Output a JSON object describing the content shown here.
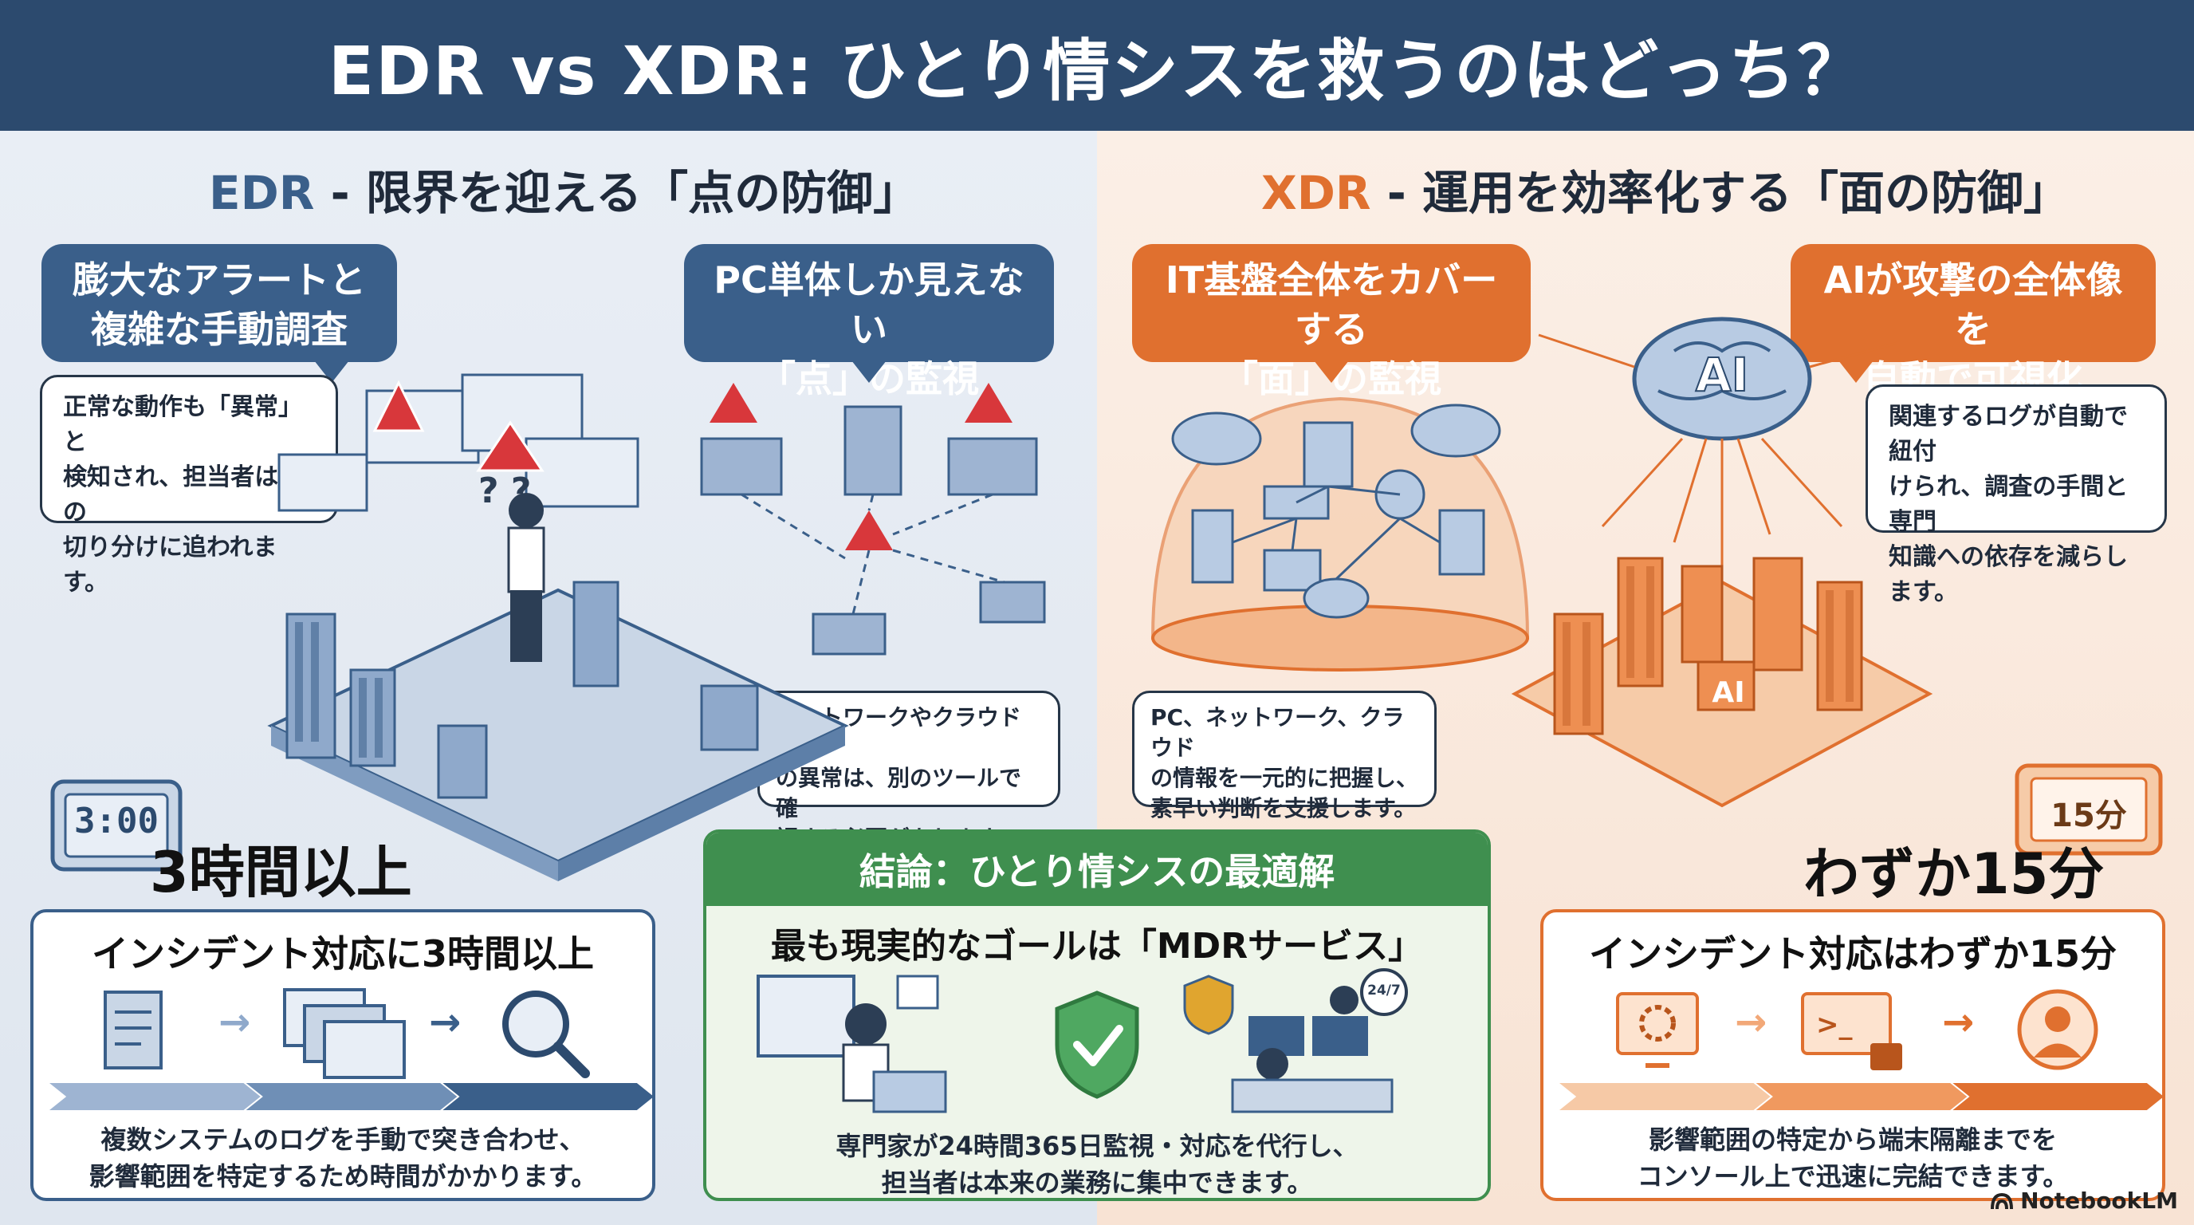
{
  "title": "EDR vs XDR: ひとり情シスを救うのはどっち？",
  "colors": {
    "title_bg": "#2c4a6e",
    "edr_accent": "#3a5f8a",
    "xdr_accent": "#e0702f",
    "conclusion_green": "#3f8f4f"
  },
  "edr": {
    "tag": "EDR",
    "heading_rest": " - 限界を迎える「点の防御」",
    "bubble_alerts": "膨大なアラートと\n複雑な手動調査",
    "bubble_point": "PC単体しか見えない\n「点」の監視",
    "note_alerts": "正常な動作も「異常」と\n検知され、担当者はその\n切り分けに追われます。",
    "note_network": "ネットワークやクラウドで\nの異常は、別のツールで確\n認する必要があります。",
    "clock_display": "3:00",
    "time_label": "3時間以上",
    "card_title": "インシデント対応に3時間以上",
    "card_desc": "複数システムのログを手動で突き合わせ、\n影響範囲を特定するため時間がかかります。",
    "flow_icons": [
      "document-icon",
      "windows-icon",
      "magnifier-icon"
    ]
  },
  "xdr": {
    "tag": "XDR",
    "heading_rest": " - 運用を効率化する「面の防御」",
    "bubble_surface": "IT基盤全体をカバーする\n「面」の監視",
    "bubble_ai": "AIが攻撃の全体像を\n自動で可視化",
    "brain_label": "AI",
    "hub_label": "AI",
    "note_ai": "関連するログが自動で紐付\nけられ、調査の手間と専門\n知識への依存を減らします。",
    "note_surface": "PC、ネットワーク、クラウド\nの情報を一元的に把握し、\n素早い判断を支援します。",
    "clock_display": "15分",
    "time_label": "わずか15分",
    "card_title": "インシデント対応はわずか15分",
    "card_desc": "影響範囲の特定から端末隔離までを\nコンソール上で迅速に完結できます。",
    "flow_icons": [
      "gear-monitor-icon",
      "terminal-lock-icon",
      "user-shield-icon"
    ]
  },
  "conclusion": {
    "head": "結論：ひとり情シスの最適解",
    "goal": "最も現実的なゴールは「MDRサービス」",
    "badge": "24/7",
    "desc": "専門家が24時間365日監視・対応を代行し、\n担当者は本来の業務に集中できます。"
  },
  "brand": "NotebookLM"
}
